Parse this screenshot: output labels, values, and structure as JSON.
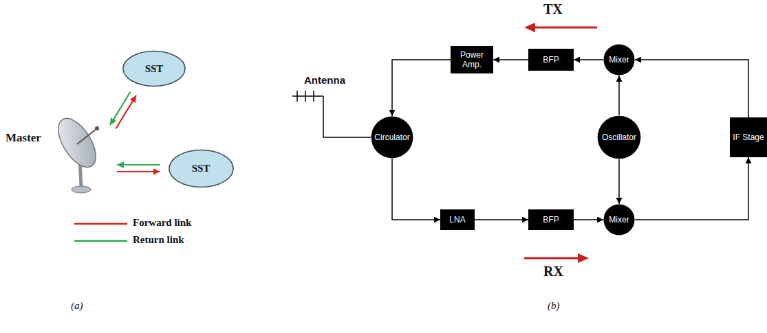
{
  "diagram": {
    "nodes": [
      {
        "text": [
          "Master"
        ]
      },
      {
        "text": [
          "SST"
        ]
      },
      {
        "text": [
          "SST"
        ]
      },
      {
        "text": [
          "Antenna"
        ]
      },
      {
        "text": [
          "Power Amp."
        ]
      },
      {
        "text": [
          "BFP"
        ]
      },
      {
        "text": [
          "Mixer"
        ]
      },
      {
        "text": [
          "Circulator"
        ]
      },
      {
        "text": [
          "Oscillator"
        ]
      },
      {
        "text": [
          "IF Stage"
        ]
      },
      {
        "text": [
          "LNA"
        ]
      },
      {
        "text": [
          "BFP"
        ]
      },
      {
        "text": [
          "Mixer"
        ]
      }
    ],
    "edges": [
      {
        "from": 0,
        "to": 1,
        "arrow": "to"
      },
      {
        "from": 1,
        "to": 0,
        "arrow": "to"
      },
      {
        "from": 0,
        "to": 2,
        "arrow": "to"
      },
      {
        "from": 2,
        "to": 0,
        "arrow": "to"
      },
      {
        "from": 3,
        "to": 7,
        "arrow": "none"
      },
      {
        "from": 4,
        "to": 7,
        "arrow": "to"
      },
      {
        "from": 5,
        "to": 4,
        "arrow": "to"
      },
      {
        "from": 6,
        "to": 5,
        "arrow": "to"
      },
      {
        "from": 9,
        "to": 6,
        "arrow": "to"
      },
      {
        "from": 8,
        "to": 6,
        "arrow": "to"
      },
      {
        "from": 8,
        "to": 12,
        "arrow": "to"
      },
      {
        "from": 7,
        "to": 10,
        "arrow": "to"
      },
      {
        "from": 10,
        "to": 11,
        "arrow": "to"
      },
      {
        "from": 11,
        "to": 12,
        "arrow": "to"
      },
      {
        "from": 12,
        "to": 9,
        "arrow": "to"
      }
    ],
    "labels": [
      "TX",
      "RX",
      "(a)",
      "(b)"
    ],
    "legend": [
      {
        "text": "Forward link"
      },
      {
        "text": "Return link"
      }
    ]
  }
}
